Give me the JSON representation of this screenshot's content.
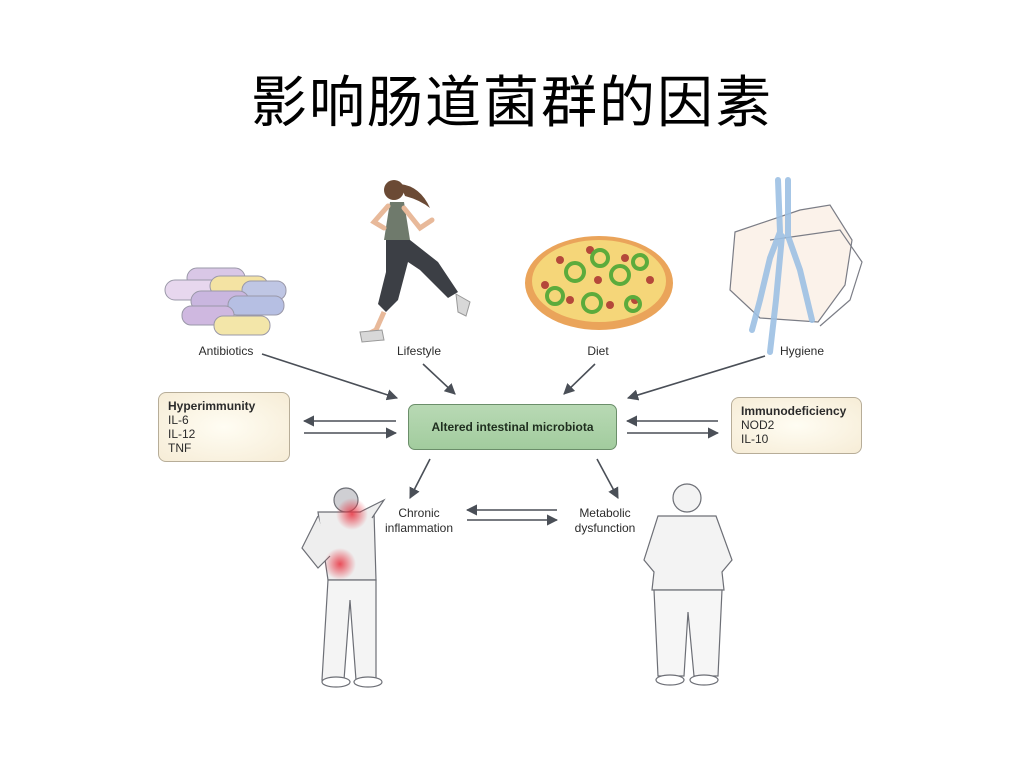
{
  "slide": {
    "title": "影响肠道菌群的因素"
  },
  "diagram": {
    "center": "Altered intestinal microbiota",
    "factors": {
      "antibiotics": "Antibiotics",
      "lifestyle": "Lifestyle",
      "diet": "Diet",
      "hygiene": "Hygiene"
    },
    "hyperimmunity": {
      "title": "Hyperimmunity",
      "items": [
        "IL-6",
        "IL-12",
        "TNF"
      ]
    },
    "immunodeficiency": {
      "title": "Immunodeficiency",
      "items": [
        "NOD2",
        "IL-10"
      ]
    },
    "outcomes": {
      "chronic_line1": "Chronic",
      "chronic_line2": "inflammation",
      "metabolic_line1": "Metabolic",
      "metabolic_line2": "dysfunction"
    }
  },
  "colors": {
    "arrow": "#4a4f57",
    "center_fill": "#a9d0a5",
    "box_fill": "#f6ecd6"
  }
}
